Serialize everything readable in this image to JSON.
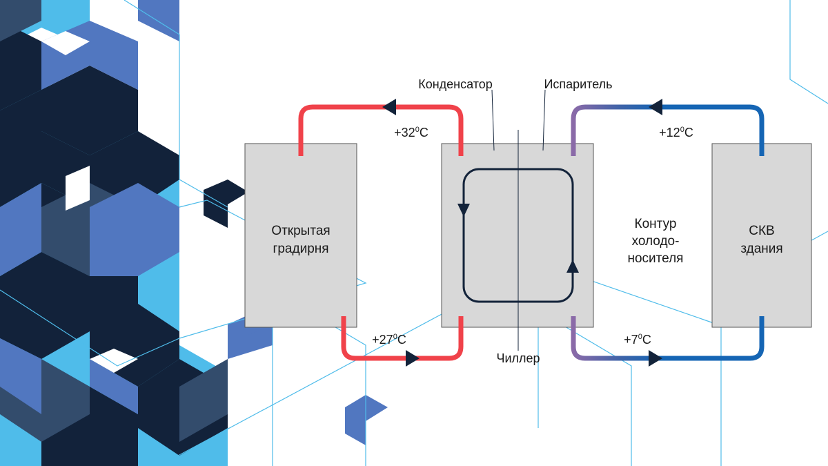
{
  "labels": {
    "condenser": "Конденсатор",
    "evaporator": "Испаритель",
    "chiller": "Чиллер",
    "tower_line1": "Открытая",
    "tower_line2": "градирня",
    "coolant_line1": "Контур",
    "coolant_line2": "холодо-",
    "coolant_line3": "носителя",
    "hvac_line1": "СКВ",
    "hvac_line2": "здания"
  },
  "temperatures": {
    "tower_return": "+32",
    "tower_supply": "+27",
    "building_return": "+12",
    "building_supply": "+7",
    "degree_sup": "0",
    "unit": "C"
  },
  "colors": {
    "hot_pipe": "#f0424a",
    "cold_pipe": "#1565b4",
    "transition": "#8a6aa8",
    "box_fill": "#d8d8d8",
    "box_stroke": "#555555",
    "navy": "#13233a",
    "deco_light_blue": "#4fbcea",
    "deco_mid_blue": "#5177c0",
    "deco_dark": "#12223a",
    "deco_slate": "#334c6c"
  }
}
